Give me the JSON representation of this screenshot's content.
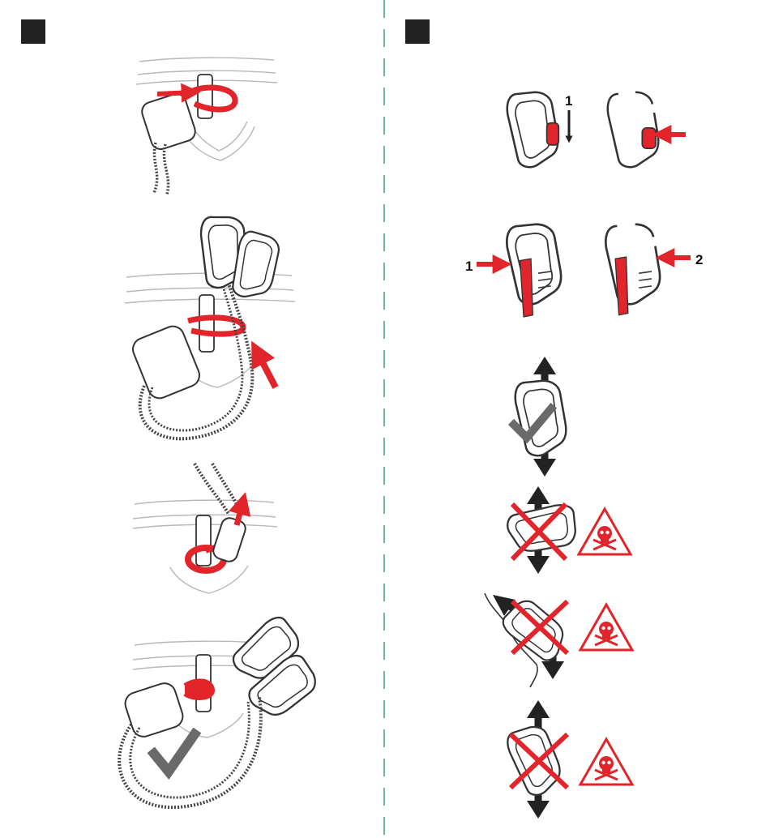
{
  "colors": {
    "accent": "#e1252b",
    "ink": "#222222",
    "line": "#9a9a9a",
    "faint": "#c9c9c9",
    "check": "#6a6a6a",
    "divider": "#27a06a",
    "square": "#222222"
  },
  "left_panel": {
    "steps": [
      {
        "name": "step-1-threading-loop"
      },
      {
        "name": "step-2-girth-hitch-lanyard"
      },
      {
        "name": "step-3-tighten-knot"
      },
      {
        "name": "step-4-correct-attachment"
      }
    ]
  },
  "right_panel": {
    "gate_steps": [
      {
        "label_1": "1"
      },
      {
        "label_1": "1",
        "label_2": "2"
      }
    ],
    "loading_cases": [
      {
        "name": "correct-loading",
        "status": "ok"
      },
      {
        "name": "cross-loading",
        "status": "danger"
      },
      {
        "name": "edge-loading",
        "status": "danger"
      },
      {
        "name": "three-way-loading",
        "status": "danger"
      }
    ],
    "icons": {
      "check": "check-icon",
      "cross": "cross-icon",
      "danger": "skull-warning-icon"
    }
  }
}
